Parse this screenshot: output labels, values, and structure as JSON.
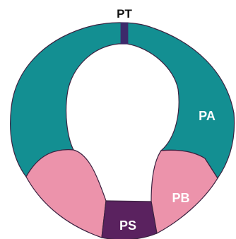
{
  "diagram": {
    "labels": {
      "pt": "PT",
      "pa": "PA",
      "pb": "PB",
      "ps": "PS"
    },
    "colors": {
      "pa": "#138f92",
      "pb": "#ec93ab",
      "ps": "#5a225f",
      "pt": "#3d2a6b",
      "outline": "#3b2240",
      "label_dark": "#111111",
      "label_light": "#ffffff"
    }
  }
}
